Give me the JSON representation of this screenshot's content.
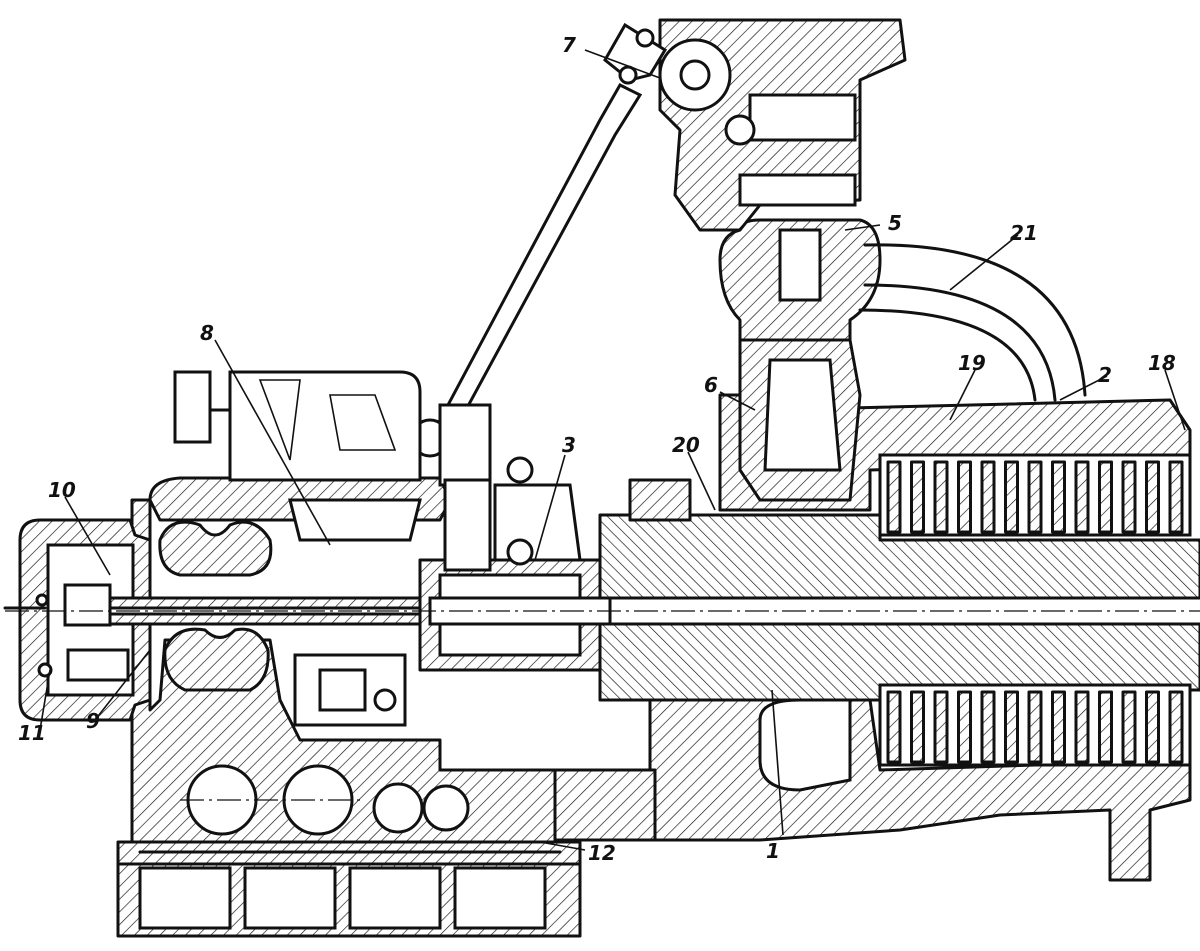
{
  "callouts": [
    {
      "key": "c1",
      "label": "1"
    },
    {
      "key": "c2",
      "label": "2"
    },
    {
      "key": "c3",
      "label": "3"
    },
    {
      "key": "c5",
      "label": "5"
    },
    {
      "key": "c6",
      "label": "6"
    },
    {
      "key": "c7",
      "label": "7"
    },
    {
      "key": "c8",
      "label": "8"
    },
    {
      "key": "c9",
      "label": "9"
    },
    {
      "key": "c10",
      "label": "10"
    },
    {
      "key": "c11",
      "label": "11"
    },
    {
      "key": "c12",
      "label": "12"
    },
    {
      "key": "c18",
      "label": "18"
    },
    {
      "key": "c19",
      "label": "19"
    },
    {
      "key": "c20",
      "label": "20"
    },
    {
      "key": "c21",
      "label": "21"
    }
  ],
  "colors": {
    "ink": "#111111",
    "paper": "#ffffff"
  }
}
